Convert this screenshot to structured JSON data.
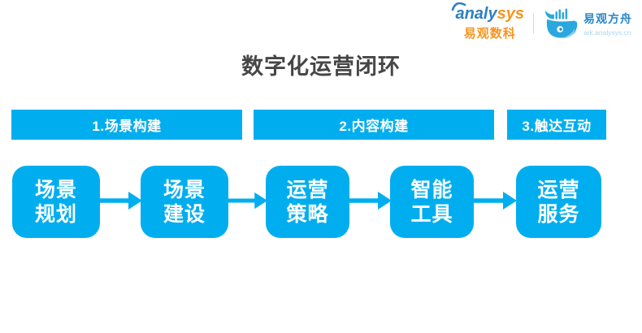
{
  "header": {
    "brand_left": {
      "wordmark_part1": "analy",
      "wordmark_part2": "sys",
      "subtitle": "易观数科",
      "swoosh_icon": "swoosh-icon"
    },
    "brand_right": {
      "title": "易观方舟",
      "url": "ark.analysys.cn",
      "icon": "whale-bar-chart-icon"
    }
  },
  "title": "数字化运营闭环",
  "stages": [
    {
      "label": "1.场景构建"
    },
    {
      "label": "2.内容构建"
    },
    {
      "label": "3.触达互动"
    }
  ],
  "steps": [
    {
      "line1": "场景",
      "line2": "规划"
    },
    {
      "line1": "场景",
      "line2": "建设"
    },
    {
      "line1": "运营",
      "line2": "策略"
    },
    {
      "line1": "智能",
      "line2": "工具"
    },
    {
      "line1": "运营",
      "line2": "服务"
    }
  ],
  "arrow_icon": "arrow-right-icon",
  "colors": {
    "accent": "#00AEEF",
    "brand_blue": "#2E7FC1",
    "brand_orange": "#F7941E",
    "title_text": "#464646",
    "whale_blue": "#2AA7DE",
    "url_light_blue": "#A9D6EE"
  }
}
